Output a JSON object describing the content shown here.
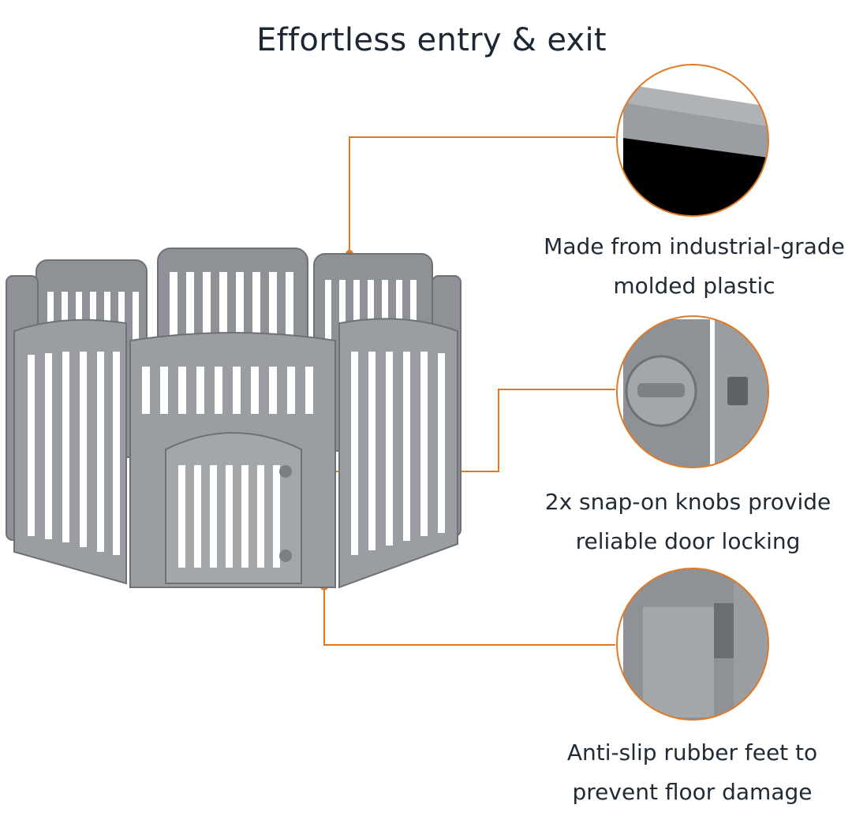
{
  "title": "Effortless entry & exit",
  "features": [
    {
      "icon": "plastic-edge-closeup",
      "caption": "Made from industrial-grade\nmolded plastic"
    },
    {
      "icon": "snap-knob-closeup",
      "caption": "2x snap-on knobs provide\nreliable door locking"
    },
    {
      "icon": "rubber-foot-closeup",
      "caption": "Anti-slip rubber feet to\nprevent floor damage"
    }
  ],
  "colors": {
    "accent": "#e07a24",
    "plastic": "#8e9196",
    "plastic_dark": "#6e7176",
    "plastic_light": "#b9bbbe",
    "text": "#1c2733"
  }
}
